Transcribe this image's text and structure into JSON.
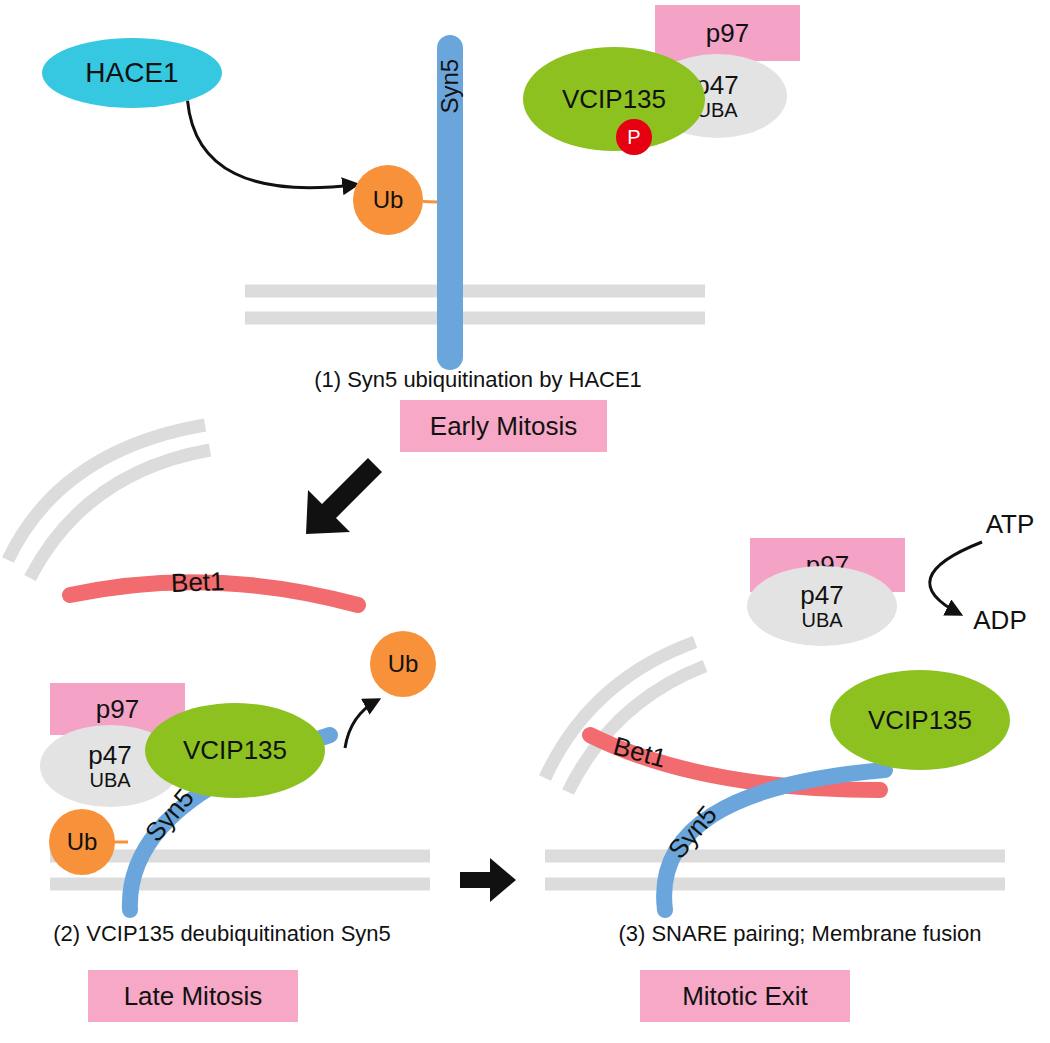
{
  "diagram": {
    "nodes": [
      {
        "text": [
          "HACE1"
        ]
      },
      {
        "text": [
          "Syn5"
        ]
      },
      {
        "text": [
          "Ub"
        ]
      },
      {
        "text": [
          "p97"
        ]
      },
      {
        "text": [
          "p47",
          "UBA"
        ]
      },
      {
        "text": [
          "VCIP135"
        ]
      },
      {
        "text": [
          "P"
        ]
      },
      {
        "text": [
          "Early Mitosis"
        ]
      },
      {
        "text": [
          "Bet1"
        ]
      },
      {
        "text": [
          "p97"
        ]
      },
      {
        "text": [
          "p47",
          "UBA"
        ]
      },
      {
        "text": [
          "VCIP135"
        ]
      },
      {
        "text": [
          "Ub"
        ]
      },
      {
        "text": [
          "Ub"
        ]
      },
      {
        "text": [
          "Syn5"
        ]
      },
      {
        "text": [
          "Late Mitosis"
        ]
      },
      {
        "text": [
          "p97"
        ]
      },
      {
        "text": [
          "p47",
          "UBA"
        ]
      },
      {
        "text": [
          "Bet1"
        ]
      },
      {
        "text": [
          "VCIP135"
        ]
      },
      {
        "text": [
          "Syn5"
        ]
      },
      {
        "text": [
          "Mitotic Exit"
        ]
      }
    ],
    "edges": [
      {
        "from": 0,
        "to": 2,
        "arrow": "to"
      },
      {
        "from": 2,
        "to": 1,
        "arrow": "none"
      }
    ],
    "labels": [
      "(1) Syn5 ubiquitination by HACE1",
      "(2) VCIP135 deubiquitination Syn5",
      "(3) SNARE pairing; Membrane fusion",
      "ATP",
      "ADP"
    ]
  }
}
